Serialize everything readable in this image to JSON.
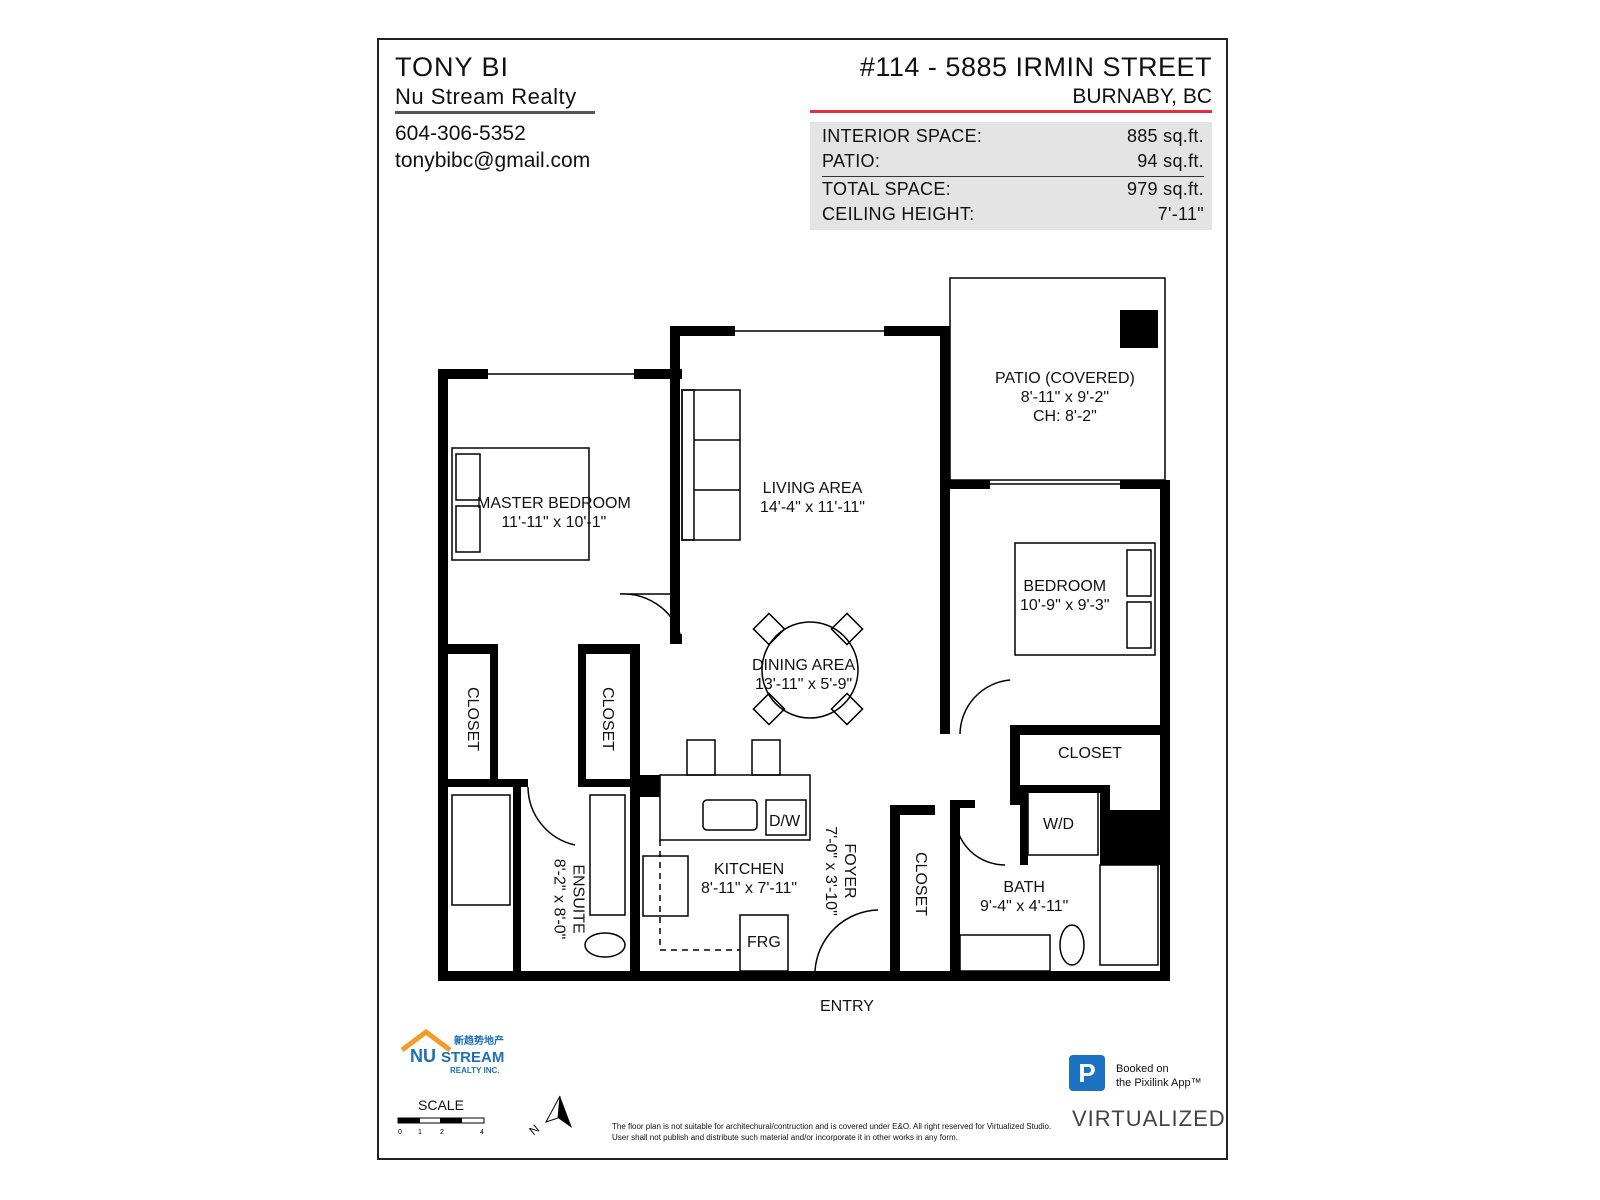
{
  "agent": {
    "name": "TONY BI",
    "agency": "Nu Stream Realty",
    "phone": "604-306-5352",
    "email": "tonybibc@gmail.com"
  },
  "listing": {
    "address_line1": "#114 - 5885 IRMIN STREET",
    "address_line2": "BURNABY, BC"
  },
  "stats": [
    {
      "label": "INTERIOR SPACE:",
      "value": "885 sq.ft."
    },
    {
      "label": "PATIO:",
      "value": "94 sq.ft."
    },
    {
      "label": "TOTAL SPACE:",
      "value": "979 sq.ft."
    },
    {
      "label": "CEILING HEIGHT:",
      "value": "7'-11\""
    }
  ],
  "rooms": {
    "patio": {
      "name": "PATIO (COVERED)",
      "dims": "8'-11\" x 9'-2\"",
      "extra": "CH: 8'-2\""
    },
    "living": {
      "name": "LIVING AREA",
      "dims": "14'-4\" x 11'-11\""
    },
    "master": {
      "name": "MASTER BEDROOM",
      "dims": "11'-11\" x 10'-1\""
    },
    "bedroom": {
      "name": "BEDROOM",
      "dims": "10'-9\" x 9'-3\""
    },
    "dining": {
      "name": "DINING AREA",
      "dims": "13'-11\" x 5'-9\""
    },
    "closet1": {
      "name": "CLOSET"
    },
    "closet2": {
      "name": "CLOSET"
    },
    "closet3": {
      "name": "CLOSET"
    },
    "closet4": {
      "name": "CLOSET"
    },
    "kitchen": {
      "name": "KITCHEN",
      "dims": "8'-11\" x 7'-11\""
    },
    "foyer": {
      "name": "FOYER",
      "dims": "7'-0\" x 3'-10\""
    },
    "ensuite": {
      "name": "ENSUITE",
      "dims": "8'-2\" x 8'-0\""
    },
    "bath": {
      "name": "BATH",
      "dims": "9'-4\" x 4'-11\""
    },
    "wd": {
      "name": "W/D"
    },
    "dw": {
      "name": "D/W"
    },
    "frg": {
      "name": "FRG"
    }
  },
  "entry": "ENTRY",
  "logo": {
    "text1": "NU",
    "text2": "STREAM",
    "sub": "REALTY INC.",
    "cn": "新趋势地产"
  },
  "scale": {
    "label": "SCALE",
    "ticks": [
      "0",
      "1",
      "2",
      "4"
    ]
  },
  "disclaimer": "The floor plan is not suitable for architechural/contruction and is covered under E&O. All right reserved for Virtualized Studio. User shall not publish and distribute such material and/or incorporate it in other works in any form.",
  "pixilink": {
    "badge": "P",
    "line1": "Booked on",
    "line2": "the Pixilink App™"
  },
  "brand": "VIRTUALIZED",
  "colors": {
    "accent_line": "#e03040",
    "stats_bg": "#e4e4e4",
    "wall": "#000000",
    "pixilink": "#1a72c0",
    "logo_orange": "#f39c2a",
    "logo_blue": "#1d6fb8"
  }
}
